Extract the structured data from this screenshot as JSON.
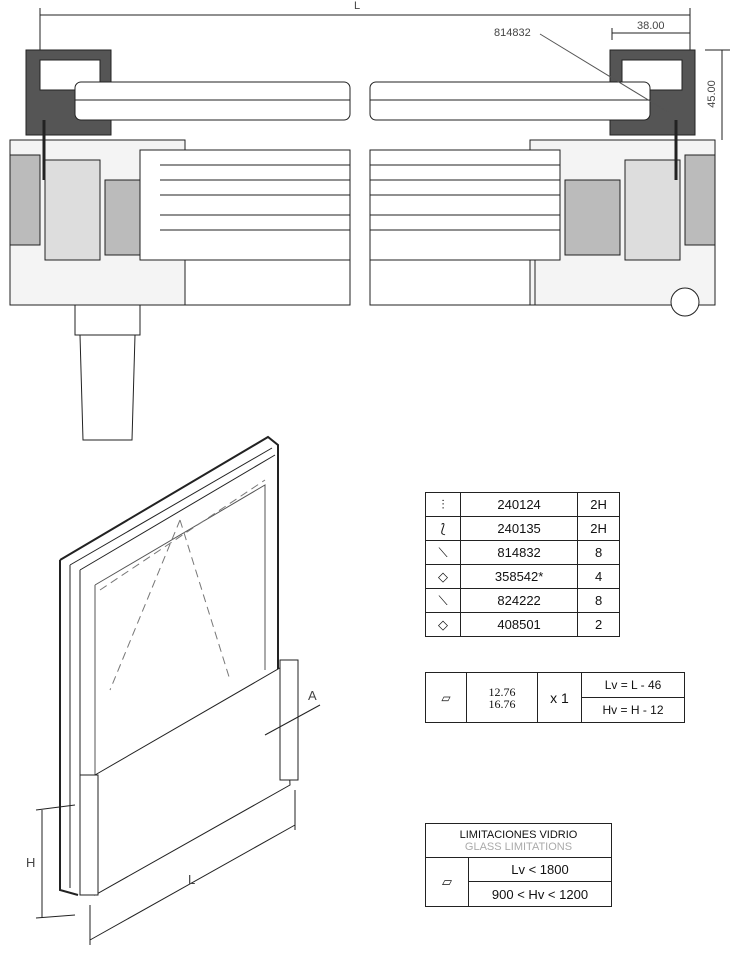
{
  "dimensions": {
    "overall_width": "L",
    "cap_width": "38.00",
    "cap_height": "45.00",
    "screw_ref": "814832",
    "section_a": "A",
    "height": "H",
    "length": "L"
  },
  "parts_table": [
    {
      "icon": "gasket-profile-icon",
      "code": "240124",
      "qty": "2H"
    },
    {
      "icon": "glazing-bead-icon",
      "code": "240135",
      "qty": "2H"
    },
    {
      "icon": "screw-icon",
      "code": "814832",
      "qty": "8"
    },
    {
      "icon": "plate-icon",
      "code": "358542*",
      "qty": "4"
    },
    {
      "icon": "countersunk-screw-icon",
      "code": "824222",
      "qty": "8"
    },
    {
      "icon": "shim-icon",
      "code": "408501",
      "qty": "2"
    }
  ],
  "glass_table": {
    "thickness_1": "12.76",
    "thickness_2": "16.76",
    "count": "x 1",
    "formula_lv": "Lv = L - 46",
    "formula_hv": "Hv = H - 12"
  },
  "limits_table": {
    "title": "LIMITACIONES VIDRIO",
    "subtitle": "GLASS LIMITATIONS",
    "lv": "Lv < 1800",
    "hv": "900 < Hv < 1200"
  }
}
